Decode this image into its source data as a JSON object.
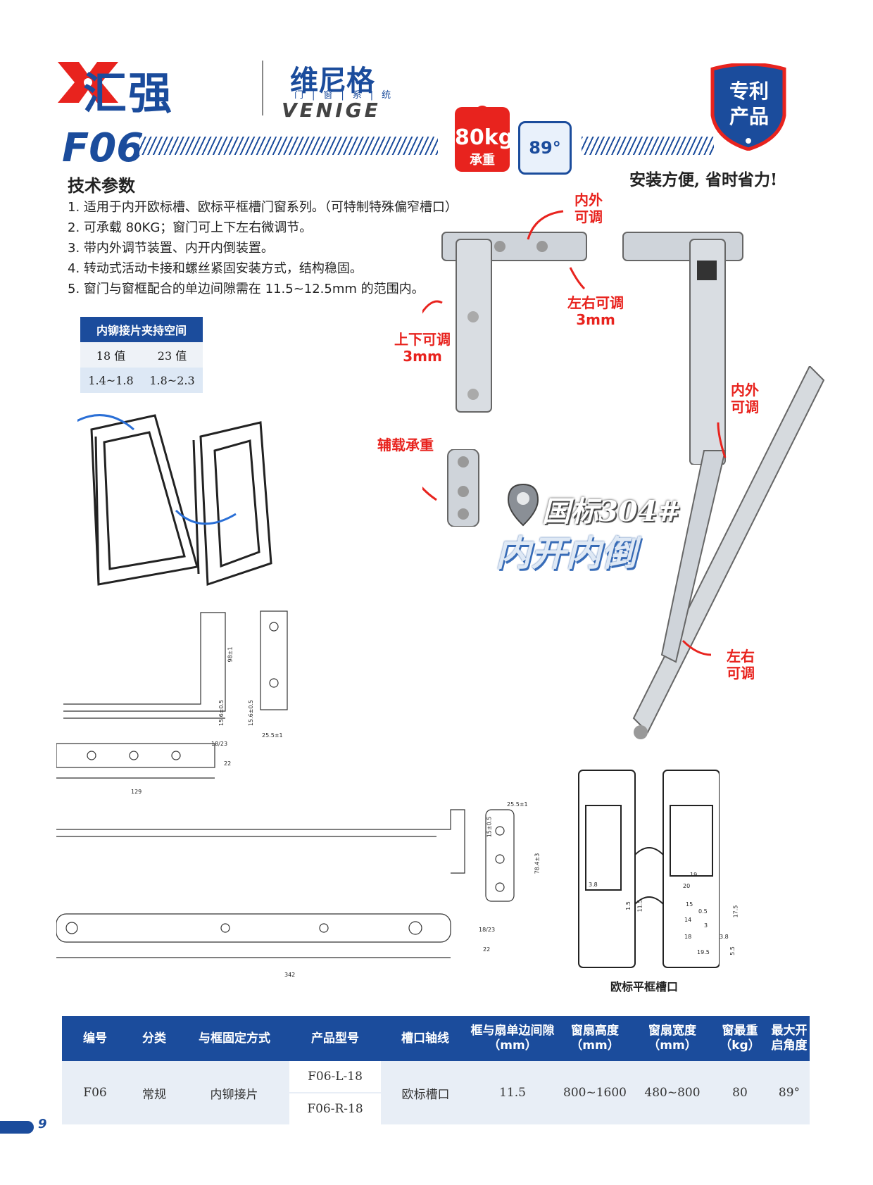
{
  "brand": {
    "name_cn": "汇强",
    "sub_brand_cn": "维尼格",
    "sub_brand_tagline": "门|窗|系|统",
    "sub_brand_en": "VENIGE"
  },
  "model": "F06",
  "badges": {
    "load_value": "80kg",
    "load_label": "承重",
    "angle": "89°",
    "patent_line1": "专利",
    "patent_line2": "产品"
  },
  "slogan": "安装方便, 省时省力!",
  "tech_params": {
    "title": "技术参数",
    "items": [
      "1. 适用于内开欧标槽、欧标平框槽门窗系列。（可特制特殊偏窄槽口）",
      "2. 可承载 80KG；窗门可上下左右微调节。",
      "3. 带内外调节装置、内开内倒装置。",
      "4. 转动式活动卡接和螺丝紧固安装方式，结构稳固。",
      "5. 窗门与窗框配合的单边间隙需在 11.5~12.5mm 的范围内。"
    ]
  },
  "grip_table": {
    "header": "内铆接片夹持空间",
    "rows": [
      [
        "18 值",
        "23 值"
      ],
      [
        "1.4~1.8",
        "1.8~2.3"
      ]
    ]
  },
  "callouts": {
    "in_out_1": [
      "内外",
      "可调"
    ],
    "left_right_1": [
      "左右可调",
      "3mm"
    ],
    "up_down": [
      "上下可调",
      "3mm"
    ],
    "aux_load": "辅载承重",
    "in_out_2": [
      "内外",
      "可调"
    ],
    "left_right_2": [
      "左右",
      "可调"
    ]
  },
  "feature": {
    "material": "国标304#",
    "mode": "内开内倒"
  },
  "drawing_labels": {
    "d98": "98±1",
    "d15_6a": "15.6±0.5",
    "d15_6b": "15.6±0.5",
    "d25_5a": "25.5±1",
    "d18_23a": "18/23",
    "d22a": "22",
    "d129": "129",
    "d25_5b": "25.5±1",
    "d15_0_5": "15±0.5",
    "d78_4": "78.4±3",
    "d18_23b": "18/23",
    "d22b": "22",
    "d342": "342",
    "p19": "19",
    "p20": "20",
    "p15": "15",
    "p0_5": "0.5",
    "p14": "14",
    "p18": "18",
    "p3_8a": "3.8",
    "p1_5": "1.5",
    "p11_5": "11.5",
    "p3": "3",
    "p3_8b": "3.8",
    "p17_5": "17.5",
    "p19_5": "19.5",
    "p5_5": "5.5",
    "profile_caption": "欧标平框槽口"
  },
  "spec_table": {
    "headers": [
      "编号",
      "分类",
      "与框固定方式",
      "产品型号",
      "槽口轴线",
      "框与扇单边间隙\n（mm）",
      "窗扇高度\n（mm）",
      "窗扇宽度\n（mm）",
      "窗最重\n（kg）",
      "最大开\n启角度"
    ],
    "row": {
      "code": "F06",
      "category": "常规",
      "fixing": "内铆接片",
      "model_l": "F06-L-18",
      "model_r": "F06-R-18",
      "groove": "欧标槽口",
      "gap": "11.5",
      "height": "800~1600",
      "width": "480~800",
      "weight": "80",
      "angle": "89°"
    }
  },
  "page_number": "9",
  "colors": {
    "brand_blue": "#1b4c9c",
    "accent_red": "#e8231e"
  }
}
